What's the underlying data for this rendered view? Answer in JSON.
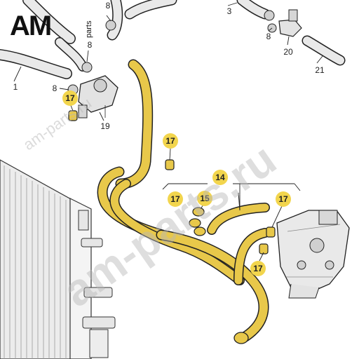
{
  "logo": {
    "brand": "AM",
    "suffix": "parts"
  },
  "watermarks": {
    "main": "am-parts.ru",
    "secondary": "am-parts.ru"
  },
  "colors": {
    "highlight": "#f2d54d",
    "hose_fill": "#e8c84a",
    "line": "#222222",
    "part_gray": "#d9d9d9"
  },
  "callouts": [
    {
      "id": "c1",
      "label": "1",
      "highlighted": false
    },
    {
      "id": "c3",
      "label": "3",
      "highlighted": false
    },
    {
      "id": "c8a",
      "label": "8",
      "highlighted": false
    },
    {
      "id": "c8b",
      "label": "8",
      "highlighted": false
    },
    {
      "id": "c8c",
      "label": "8",
      "highlighted": false
    },
    {
      "id": "c8d",
      "label": "8",
      "highlighted": false
    },
    {
      "id": "c14",
      "label": "14",
      "highlighted": true
    },
    {
      "id": "c15",
      "label": "15",
      "highlighted": true
    },
    {
      "id": "c17a",
      "label": "17",
      "highlighted": true
    },
    {
      "id": "c17b",
      "label": "17",
      "highlighted": true
    },
    {
      "id": "c17c",
      "label": "17",
      "highlighted": true
    },
    {
      "id": "c17d",
      "label": "17",
      "highlighted": true
    },
    {
      "id": "c17e",
      "label": "17",
      "highlighted": true
    },
    {
      "id": "c19",
      "label": "19",
      "highlighted": false
    },
    {
      "id": "c20",
      "label": "20",
      "highlighted": false
    },
    {
      "id": "c21",
      "label": "21",
      "highlighted": false
    }
  ]
}
